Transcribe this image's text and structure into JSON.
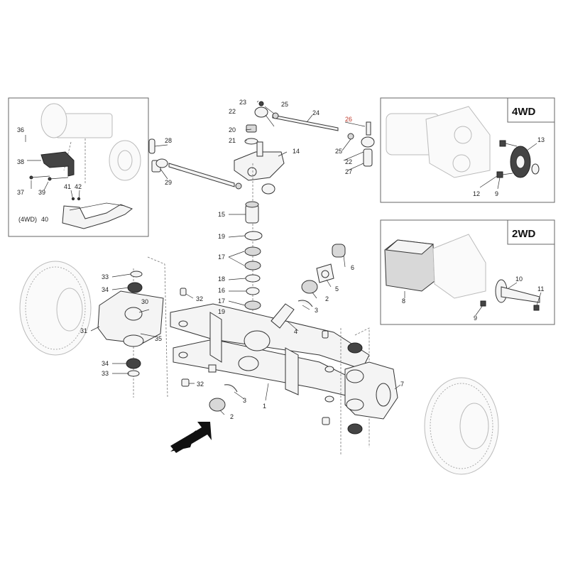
{
  "boxes": {
    "four_wd": "4WD",
    "two_wd": "2WD",
    "inset_option": "(4WD)"
  },
  "labels": {
    "l1": "1",
    "l2a": "2",
    "l2b": "2",
    "l3a": "3",
    "l3b": "3",
    "l4": "4",
    "l5": "5",
    "l6": "6",
    "l7": "7",
    "l8": "8",
    "l9a": "9",
    "l9b": "9",
    "l10": "10",
    "l11": "11",
    "l12": "12",
    "l13": "13",
    "l14": "14",
    "l15": "15",
    "l16": "16",
    "l17a": "17",
    "l17b": "17",
    "l18": "18",
    "l19a": "19",
    "l19b": "19",
    "l20": "20",
    "l21": "21",
    "l22a": "22",
    "l22b": "22",
    "l23": "23",
    "l24": "24",
    "l25a": "25",
    "l25b": "25",
    "l26": "26",
    "l27": "27",
    "l28": "28",
    "l29": "29",
    "l30": "30",
    "l31": "31",
    "l32a": "32",
    "l32b": "32",
    "l33a": "33",
    "l33b": "33",
    "l34a": "34",
    "l34b": "34",
    "l35": "35",
    "l36": "36",
    "l37": "37",
    "l38": "38",
    "l39": "39",
    "l40": "40",
    "l41": "41",
    "l42": "42"
  },
  "colors": {
    "highlight_label": "#c0392b",
    "line": "#333333"
  }
}
